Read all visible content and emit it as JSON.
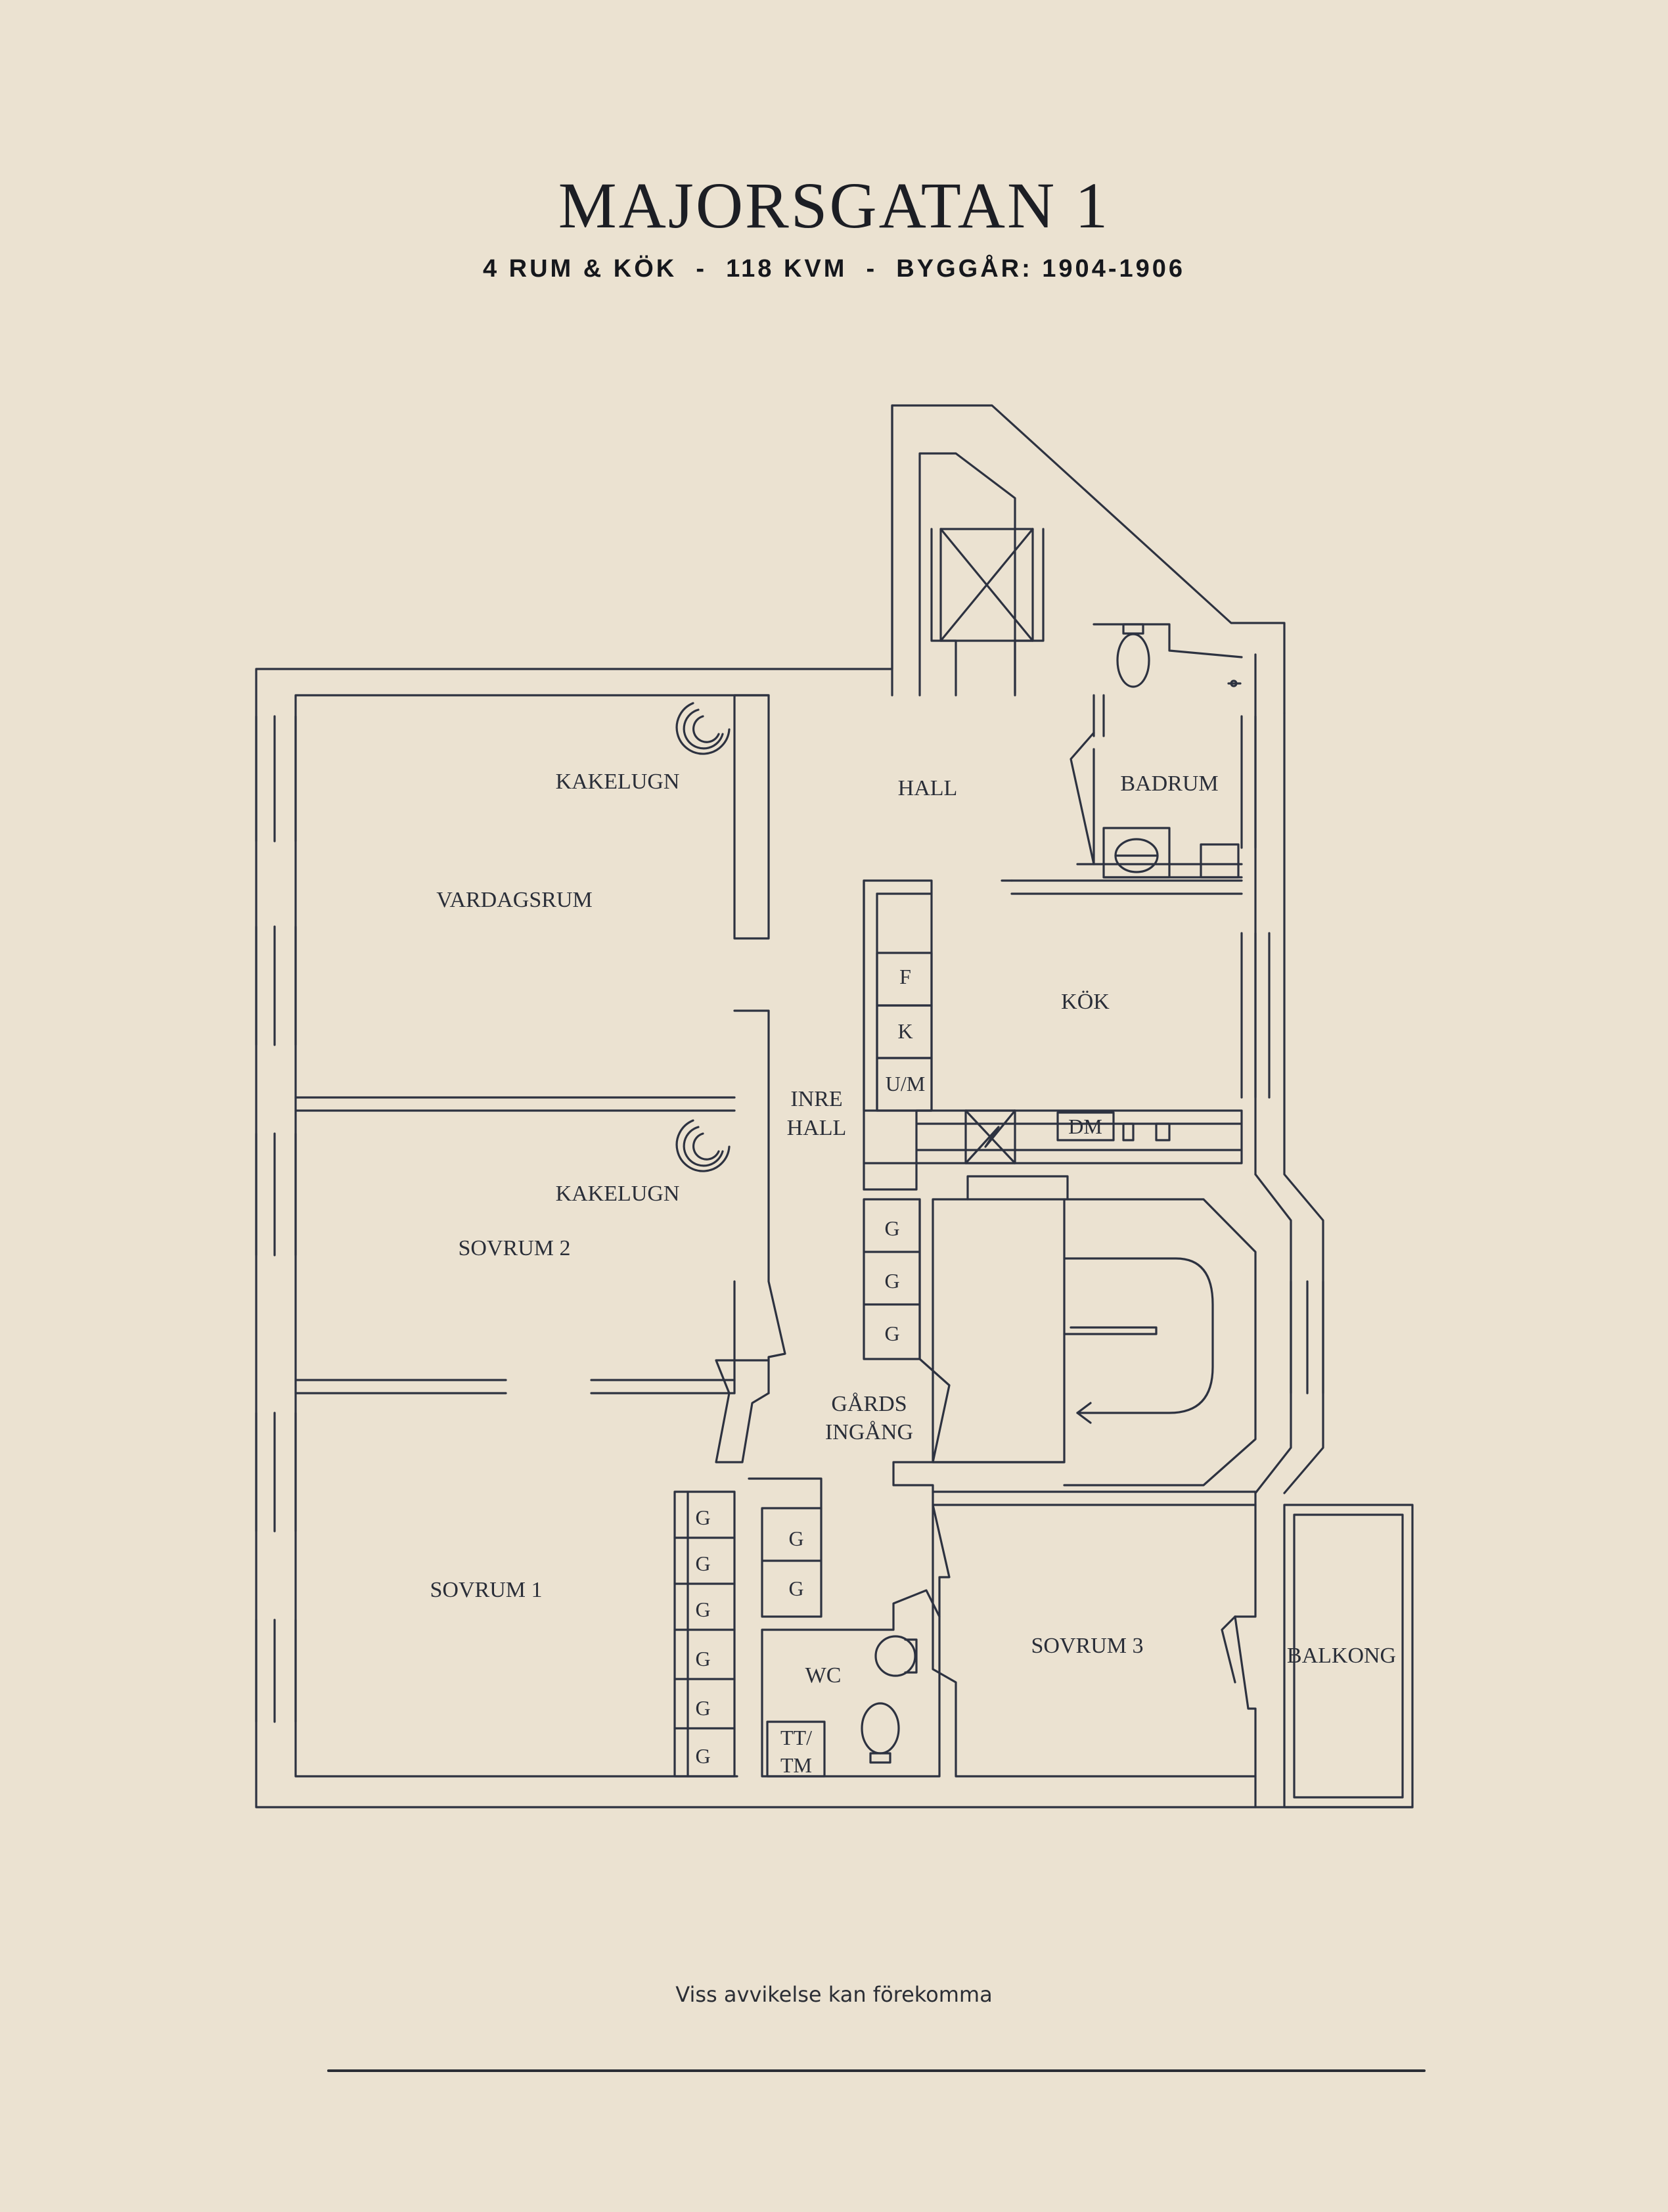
{
  "header": {
    "title": "MAJORSGATAN 1",
    "subtitle": "4 RUM & KÖK  -  118 KVM  -  BYGGÅR: 1904-1906"
  },
  "rooms": {
    "vardagsrum": "VARDAGSRUM",
    "kakelugn_1": "KAKELUGN",
    "hall": "HALL",
    "badrum": "BADRUM",
    "kok": "KÖK",
    "inre_hall_1": "INRE",
    "inre_hall_2": "HALL",
    "sovrum_2": "SOVRUM 2",
    "kakelugn_2": "KAKELUGN",
    "gards_1": "GÅRDS",
    "gards_2": "INGÅNG",
    "sovrum_1": "SOVRUM 1",
    "wc": "WC",
    "sovrum_3": "SOVRUM 3",
    "balkong": "BALKONG"
  },
  "fixtures": {
    "freezer": "F",
    "fridge": "K",
    "oven": "U/M",
    "dishwasher": "DM",
    "laundry_1": "TT/",
    "laundry_2": "TM",
    "wardrobe": "G"
  },
  "footer": {
    "note": "Viss avvikelse kan förekomma"
  },
  "colors": {
    "background": "#ebe2d1",
    "ink": "#2d3240"
  }
}
